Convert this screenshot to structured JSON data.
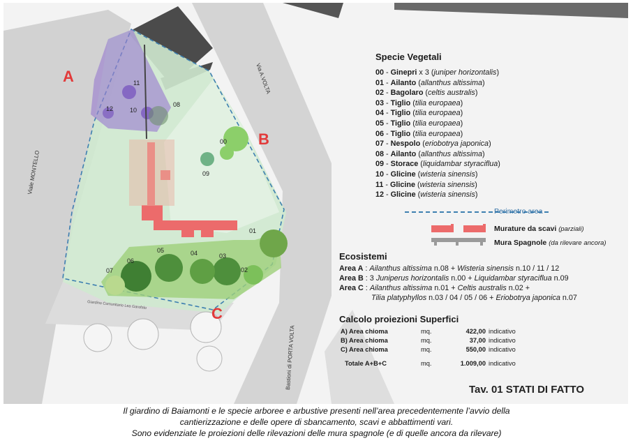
{
  "map": {
    "area_letters": [
      "A",
      "B",
      "C"
    ],
    "streets": [
      "Via A.VOLTA",
      "Viale MONTELLO",
      "Bastioni di PORTA VOLTA"
    ],
    "garden_label": "Giardino Comunitario Lea Garofalo",
    "tree_numbers": [
      "00",
      "01",
      "02",
      "03",
      "04",
      "05",
      "06",
      "07",
      "08",
      "09",
      "10",
      "11",
      "12"
    ],
    "colors": {
      "area_green": "#cfe9cf",
      "wisteria_purple": "#9b7fd0",
      "walls": "#ec6b6b",
      "perimeter": "#3d7fb0",
      "letters": "#e23a3a"
    }
  },
  "species": {
    "title": "Specie Vegetali",
    "items": [
      {
        "code": "00",
        "name": "Ginepri",
        "qty": " x 3",
        "latin": "juniper horizontalis"
      },
      {
        "code": "01",
        "name": "Ailanto",
        "qty": "",
        "latin": "allanthus altissima"
      },
      {
        "code": "02",
        "name": "Bagolaro",
        "qty": "",
        "latin": "celtis australis"
      },
      {
        "code": "03",
        "name": "Tiglio",
        "qty": "",
        "latin": "tilia europaea"
      },
      {
        "code": "04",
        "name": "Tiglio",
        "qty": "",
        "latin": "tilia europaea"
      },
      {
        "code": "05",
        "name": "Tiglio",
        "qty": "",
        "latin": "tilia europaea"
      },
      {
        "code": "06",
        "name": "Tiglio",
        "qty": "",
        "latin": "tilia europaea"
      },
      {
        "code": "07",
        "name": "Nespolo",
        "qty": "",
        "latin": "eriobotrya japonica"
      },
      {
        "code": "08",
        "name": "Ailanto",
        "qty": "",
        "latin": "allanthus altissima"
      },
      {
        "code": "09",
        "name": "Storace",
        "qty": "",
        "latin": "liquidambar styraciflua"
      },
      {
        "code": "10",
        "name": "Glicine",
        "qty": "",
        "latin": "wisteria sinensis"
      },
      {
        "code": "11",
        "name": "Glicine",
        "qty": "",
        "latin": "wisteria sinensis"
      },
      {
        "code": "12",
        "name": "Glicine",
        "qty": "",
        "latin": "wisteria sinensis"
      }
    ]
  },
  "legend": {
    "perimeter": "Perimetro area",
    "walls": "Murature da scavi",
    "walls_note": "(parziali)",
    "spanish_walls": "Mura Spagnole",
    "spanish_walls_note": "(da rilevare ancora)"
  },
  "eco": {
    "title": "Ecosistemi",
    "rows": [
      {
        "area": "Area A",
        "text": " : ",
        "latin1": "Ailanthus altissima",
        "mid": " n.08 + ",
        "latin2": "Wisteria sinensis",
        "tail": " n.10 / 11 / 12"
      },
      {
        "area": "Area B",
        "text": " : 3 ",
        "latin1": "Juniperus horizontalis",
        "mid": " n.00 + ",
        "latin2": "Liquidambar styraciflua",
        "tail": " n.09"
      },
      {
        "area": "Area C",
        "text": " : ",
        "latin1": "Ailanthus altissima",
        "mid": " n.01 + ",
        "latin2": "Celtis australis",
        "tail": " n.02 +"
      }
    ],
    "cont": {
      "latin1": "Tilia platyphyllos",
      "mid": " n.03 / 04 / 05 / 06 + ",
      "latin2": "Eriobotrya japonica",
      "tail": " n.07"
    }
  },
  "calc": {
    "title": "Calcolo proiezioni Superfici",
    "rows": [
      {
        "label": "A) Area chioma",
        "unit": "mq.",
        "value": "422,00",
        "note": "indicativo"
      },
      {
        "label": "B) Area chioma",
        "unit": "mq.",
        "value": "37,00",
        "note": "indicativo"
      },
      {
        "label": "C) Area chioma",
        "unit": "mq.",
        "value": "550,00",
        "note": "indicativo"
      }
    ],
    "total": {
      "label": "Totale A+B+C",
      "unit": "mq.",
      "value": "1.009,00",
      "note": "indicativo"
    }
  },
  "tav": "Tav. 01 STATI DI FATTO",
  "caption": [
    "Il giardino di Baiamonti e le specie arboree e arbustive presenti nell’area precedentemente l’avvio della",
    "cantierizzazione e delle opere di sbancamento, scavi e abbattimenti vari.",
    "Sono evidenziate le proiezioni delle rilevazioni delle mura spagnole (e di quelle ancora da rilevare)"
  ]
}
